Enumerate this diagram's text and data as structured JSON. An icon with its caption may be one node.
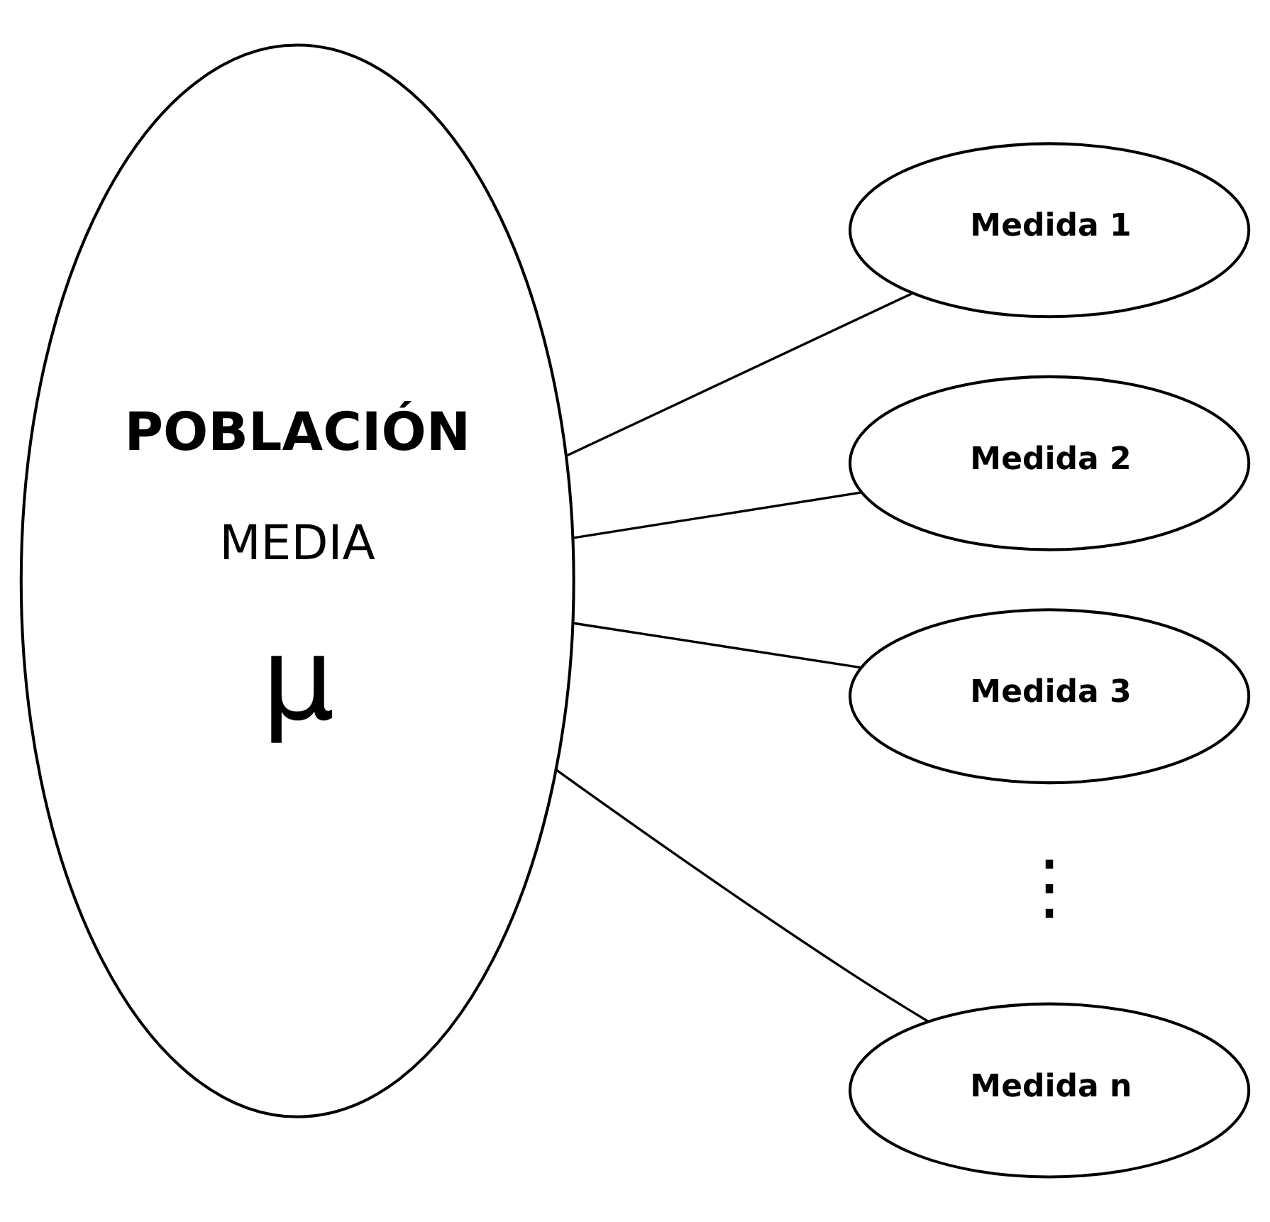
{
  "diagram": {
    "nodes": [
      {
        "text": [
          "POBLACIÓN",
          "MEDIA",
          "μ"
        ]
      },
      {
        "text": [
          "Medida 1"
        ]
      },
      {
        "text": [
          "Medida 2"
        ]
      },
      {
        "text": [
          "Medida 3"
        ]
      },
      {
        "text": [
          "Medida n"
        ]
      }
    ],
    "edges": [
      {
        "from": 0,
        "to": 1,
        "arrow": "none"
      },
      {
        "from": 0,
        "to": 2,
        "arrow": "none"
      },
      {
        "from": 0,
        "to": 3,
        "arrow": "none"
      },
      {
        "from": 0,
        "to": 4,
        "arrow": "none"
      }
    ],
    "labels": [
      "⋮"
    ]
  }
}
